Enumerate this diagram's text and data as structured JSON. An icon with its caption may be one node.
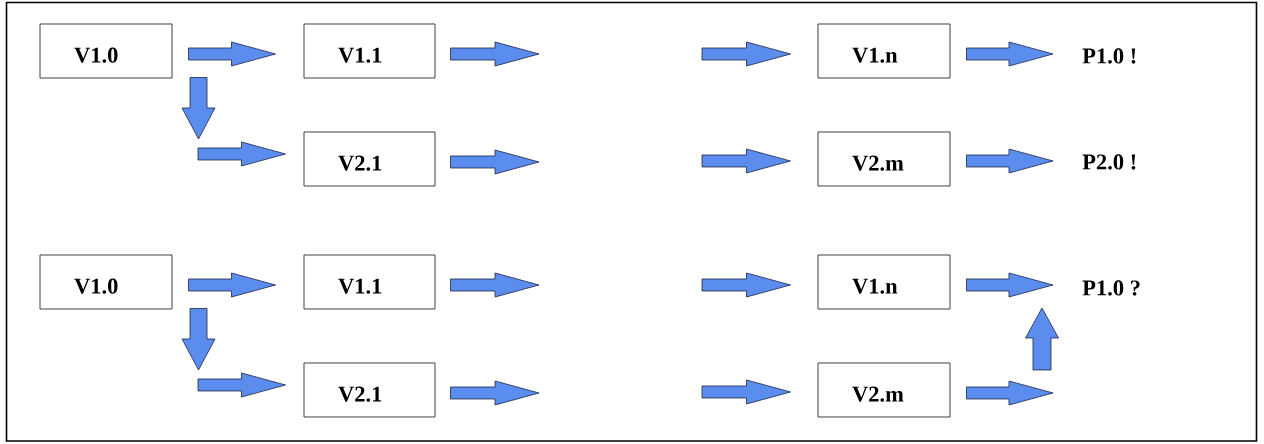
{
  "diagram": {
    "nodes": [
      {
        "text": [
          "V1.0"
        ]
      },
      {
        "text": [
          "V1.1"
        ]
      },
      {
        "text": [
          "V1.n"
        ]
      },
      {
        "text": [
          "P1.0 !"
        ]
      },
      {
        "text": [
          "V2.1"
        ]
      },
      {
        "text": [
          "V2.m"
        ]
      },
      {
        "text": [
          "P2.0 !"
        ]
      },
      {
        "text": [
          "V1.0"
        ]
      },
      {
        "text": [
          "V1.1"
        ]
      },
      {
        "text": [
          "V1.n"
        ]
      },
      {
        "text": [
          "P1.0 ?"
        ]
      },
      {
        "text": [
          "V2.1"
        ]
      },
      {
        "text": [
          "V2.m"
        ]
      }
    ],
    "edges": [
      {
        "from": 0,
        "to": 1,
        "arrow": "to"
      },
      {
        "from": 0,
        "to": null,
        "arrow": "to"
      },
      {
        "from": null,
        "to": 4,
        "arrow": "to"
      },
      {
        "from": 1,
        "to": null,
        "arrow": "to"
      },
      {
        "from": null,
        "to": 2,
        "arrow": "to"
      },
      {
        "from": 2,
        "to": 3,
        "arrow": "to"
      },
      {
        "from": 4,
        "to": null,
        "arrow": "to"
      },
      {
        "from": null,
        "to": 5,
        "arrow": "to"
      },
      {
        "from": 5,
        "to": 6,
        "arrow": "to"
      },
      {
        "from": 7,
        "to": 8,
        "arrow": "to"
      },
      {
        "from": 7,
        "to": null,
        "arrow": "to"
      },
      {
        "from": null,
        "to": 11,
        "arrow": "to"
      },
      {
        "from": 8,
        "to": null,
        "arrow": "to"
      },
      {
        "from": null,
        "to": 9,
        "arrow": "to"
      },
      {
        "from": 9,
        "to": 10,
        "arrow": "to"
      },
      {
        "from": 11,
        "to": null,
        "arrow": "to"
      },
      {
        "from": null,
        "to": 12,
        "arrow": "to"
      },
      {
        "from": 12,
        "to": null,
        "arrow": "to"
      },
      {
        "from": null,
        "to": 10,
        "arrow": "to"
      }
    ]
  }
}
